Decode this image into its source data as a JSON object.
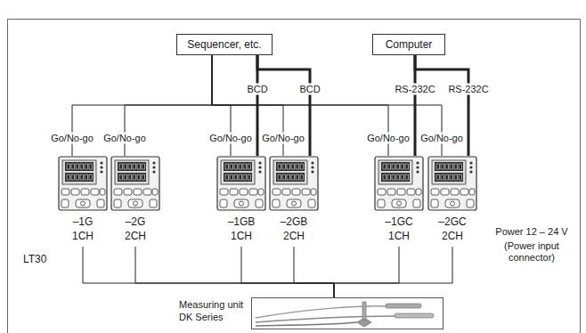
{
  "diagram": {
    "nodes": [
      {
        "text": [
          "Sequencer, etc."
        ]
      },
      {
        "text": [
          "Computer"
        ]
      },
      {
        "text": [
          "–1G",
          "1CH"
        ]
      },
      {
        "text": [
          "–2G",
          "2CH"
        ]
      },
      {
        "text": [
          "–1GB",
          "1CH"
        ]
      },
      {
        "text": [
          "–2GB",
          "2CH"
        ]
      },
      {
        "text": [
          "–1GC",
          "1CH"
        ]
      },
      {
        "text": [
          "–2GC",
          "2CH"
        ]
      },
      {
        "text": [
          "Measuring unit DK Series"
        ]
      }
    ],
    "edges": [
      {
        "from": 0,
        "to": 2,
        "label": "Go/No-go",
        "arrow": "none"
      },
      {
        "from": 0,
        "to": 3,
        "label": "Go/No-go",
        "arrow": "none"
      },
      {
        "from": 0,
        "to": 4,
        "label": "Go/No-go",
        "arrow": "none"
      },
      {
        "from": 0,
        "to": 5,
        "label": "Go/No-go",
        "arrow": "none"
      },
      {
        "from": 0,
        "to": 6,
        "label": "Go/No-go",
        "arrow": "none"
      },
      {
        "from": 0,
        "to": 7,
        "label": "Go/No-go",
        "arrow": "none"
      },
      {
        "from": 0,
        "to": 4,
        "label": "BCD",
        "arrow": "none"
      },
      {
        "from": 0,
        "to": 5,
        "label": "BCD",
        "arrow": "none"
      },
      {
        "from": 1,
        "to": 6,
        "label": "RS-232C",
        "arrow": "none"
      },
      {
        "from": 1,
        "to": 7,
        "label": "RS-232C",
        "arrow": "none"
      },
      {
        "from": 8,
        "to": 2,
        "arrow": "none"
      },
      {
        "from": 8,
        "to": 3,
        "arrow": "none"
      },
      {
        "from": 8,
        "to": 4,
        "arrow": "none"
      },
      {
        "from": 8,
        "to": 5,
        "arrow": "none"
      },
      {
        "from": 8,
        "to": 6,
        "arrow": "none"
      },
      {
        "from": 8,
        "to": 7,
        "arrow": "none"
      }
    ],
    "labels": [
      "LT30",
      "Power 12 – 24 V",
      "(Power input connector)"
    ]
  }
}
